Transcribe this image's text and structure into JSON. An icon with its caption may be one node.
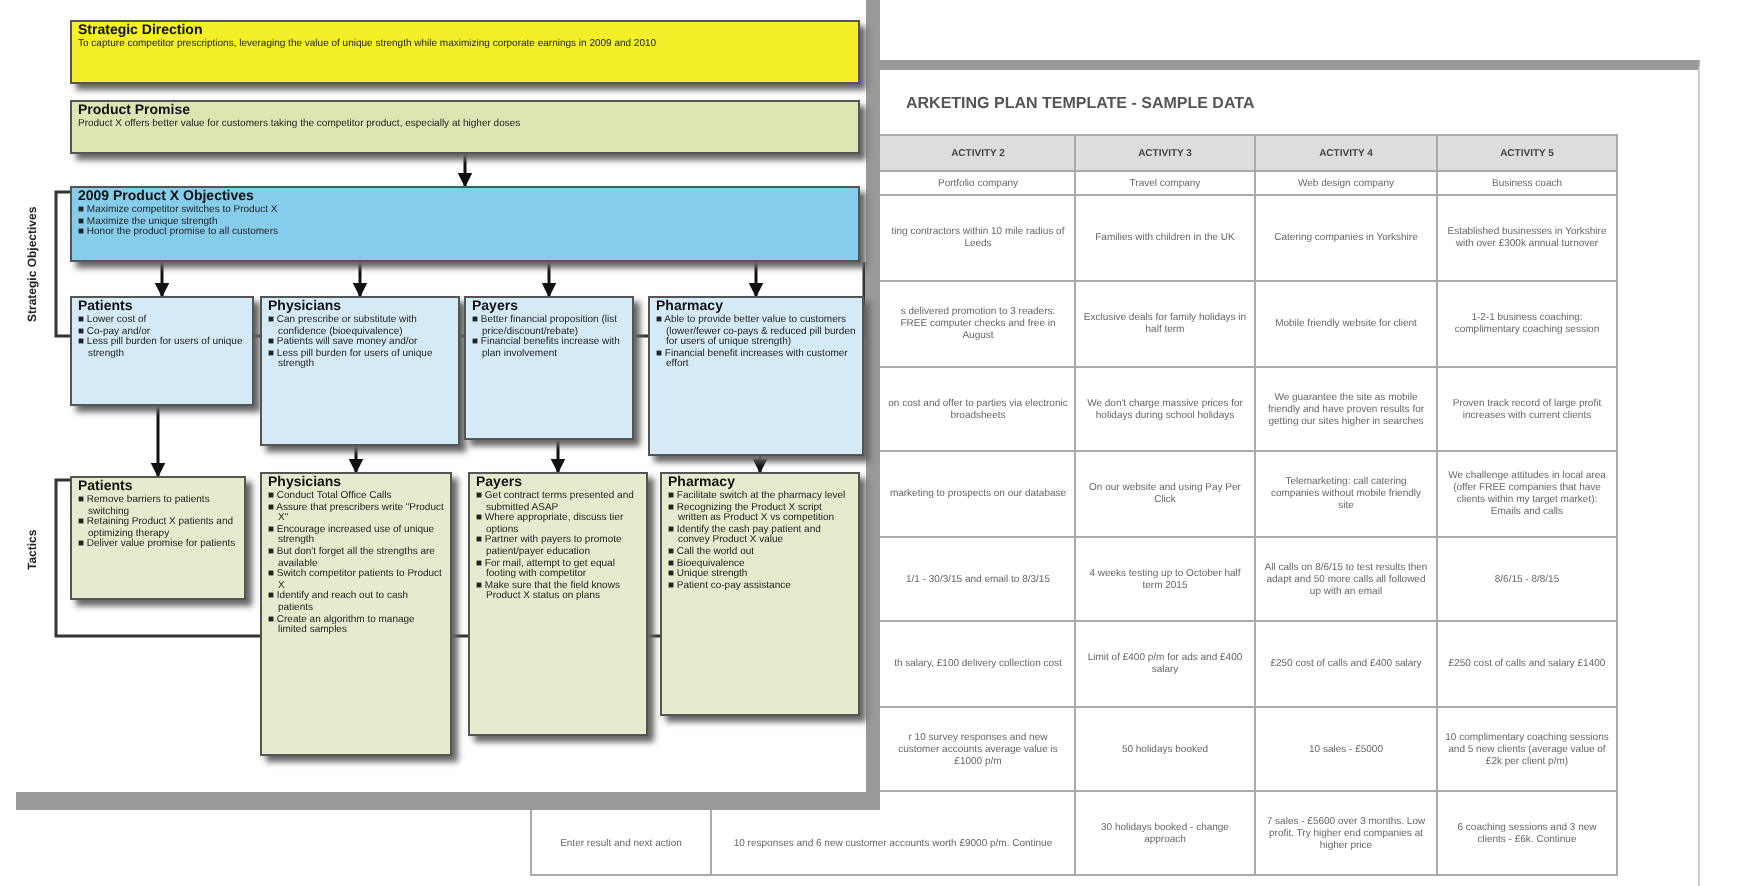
{
  "diagram": {
    "nodes": [
      {
        "text": [
          "Strategic Direction",
          "To capture competitor prescriptions, leveraging the value of unique strength while maximizing corporate earnings in 2009 and 2010"
        ]
      },
      {
        "text": [
          "Product Promise",
          "Product X offers better value for customers taking the competitor product, especially at higher doses"
        ]
      },
      {
        "text": [
          "2009 Product X Objectives",
          "■ Maximize competitor switches to Product X",
          "■ Maximize the unique strength",
          "■ Honor the product promise to all customers"
        ]
      },
      {
        "text": [
          "Patients",
          "■ Lower cost of",
          "■ Co-pay and/or",
          "■ Less pill burden for users of unique strength"
        ]
      },
      {
        "text": [
          "Physicians",
          "■ Can prescribe or substitute with confidence (bioequivalence)",
          "■ Patients will save money and/or",
          "■ Less pill burden for users of unique strength"
        ]
      },
      {
        "text": [
          "Payers",
          "■ Better financial proposition (list price/discount/rebate)",
          "■ Financial benefits increase with plan involvement"
        ]
      },
      {
        "text": [
          "Pharmacy",
          "■ Able to provide better value to customers (lower/fewer co-pays & reduced pill burden for users of unique strength)",
          "■ Financial benefit increases with customer effort"
        ]
      },
      {
        "text": [
          "Patients",
          "■ Remove barriers to patients switching",
          "■ Retaining Product X patients and optimizing therapy",
          "■ Deliver value promise for patients"
        ]
      },
      {
        "text": [
          "Physicians",
          "■ Conduct Total Office Calls",
          "■ Assure that prescribers write \"Product X\"",
          "■ Encourage increased use of unique strength",
          "■ But don't forget all the strengths are available",
          "■ Switch competitor patients to Product X",
          "■ Identify and reach out to cash patients",
          "■ Create an algorithm to manage limited samples"
        ]
      },
      {
        "text": [
          "Payers",
          "■ Get contract terms presented and submitted ASAP",
          "■ Where appropriate, discuss tier options",
          "■ Partner with payers to promote patient/payer education",
          "■ For mail, attempt to get equal footing with competitor",
          "■ Make sure that the field knows Product X status on plans"
        ]
      },
      {
        "text": [
          "Pharmacy",
          "■ Facilitate switch at the pharmacy level",
          "■ Recognizing the Product X script written as Product X vs competition",
          "■ Identify the cash pay patient and convey Product X value",
          "■ Call the world out",
          "■ Bioequivalence",
          "■ Unique strength",
          "■ Patient co-pay assistance"
        ]
      }
    ],
    "edges": [
      {
        "from": 1,
        "to": 2,
        "arrow": "to"
      },
      {
        "from": 2,
        "to": 3,
        "arrow": "to"
      },
      {
        "from": 2,
        "to": 4,
        "arrow": "to"
      },
      {
        "from": 2,
        "to": 5,
        "arrow": "to"
      },
      {
        "from": 2,
        "to": 6,
        "arrow": "to"
      },
      {
        "from": 3,
        "to": 7,
        "arrow": "to"
      },
      {
        "from": 4,
        "to": 8,
        "arrow": "to"
      },
      {
        "from": 5,
        "to": 9,
        "arrow": "to"
      },
      {
        "from": 6,
        "to": 10,
        "arrow": "to"
      }
    ],
    "labels": [
      "Strategic Objectives",
      "Tactics",
      "ARKETING PLAN TEMPLATE - SAMPLE DATA",
      "ACTIVITY 2",
      "ACTIVITY 3",
      "ACTIVITY 4",
      "ACTIVITY 5",
      "Portfolio company",
      "Travel company",
      "Web design company",
      "Business coach",
      "ting contractors within 10 mile radius of Leeds",
      "Families with children in the UK",
      "Catering companies in Yorkshire",
      "Established businesses in Yorkshire with over £300k annual turnover",
      "s delivered promotion to 3 readers: FREE computer checks and free in August",
      "Exclusive deals for family holidays in half term",
      "Mobile friendly website for client",
      "1-2-1 business coaching: complimentary coaching session",
      "on cost and offer to parties via electronic broadsheets",
      "We don't charge massive prices for holidays during school holidays",
      "We guarantee the site as mobile friendly and have proven results for getting our sites higher in searches",
      "Proven track record of large profit increases with current clients",
      "marketing to prospects on our database",
      "On our website and using Pay Per Click",
      "Telemarketing: call catering companies without mobile friendly site",
      "We challenge attitudes in local area (offer FREE companies that have clients within my target market): Emails and calls",
      "1/1 - 30/3/15 and email to 8/3/15",
      "4 weeks testing up to October half term 2015",
      "All calls on 8/6/15 to test results then adapt and 50 more calls all followed up with an email",
      "8/6/15 - 8/8/15",
      "th salary, £100 delivery collection cost",
      "Limit of £400 p/m for ads and £400 salary",
      "£250 cost of calls and £400 salary",
      "£250 cost of calls and salary £1400",
      "r 10 survey responses and new customer accounts average value is £1000 p/m",
      "50 holidays booked",
      "10 sales - £5000",
      "10 complimentary coaching sessions and 5 new clients (average value of £2k per client p/m)",
      "Enter result and next action",
      "10 responses and 6 new customer accounts worth £9000 p/m. Continue",
      "30 holidays booked - change approach",
      "7 sales - £5600 over 3 months. Low profit. Try higher end companies at higher price",
      "6 coaching sessions and 3 new clients - £6k. Continue"
    ]
  }
}
